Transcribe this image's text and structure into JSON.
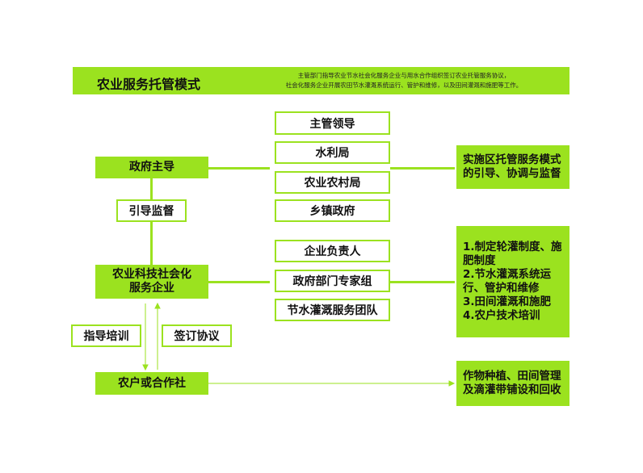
{
  "header": {
    "title": "农业服务托管模式",
    "desc_line1": "主管部门指导农业节水社会化服务企业与用水合作组织签订农业托管服务协议，",
    "desc_line2": "社会化服务企业开展农田节水灌溉系统运行、管护和维修，以及田间灌溉和施肥等工作。"
  },
  "left": {
    "gov": "政府主导",
    "guide": "引导监督",
    "enterprise_l1": "农业科技社会化",
    "enterprise_l2": "服务企业",
    "train": "指导培训",
    "agreement": "签订协议",
    "farmers": "农户或合作社"
  },
  "middle": [
    "主管领导",
    "水利局",
    "农业农村局",
    "乡镇政府",
    "企业负责人",
    "政府部门专家组",
    "节水灌溉服务团队"
  ],
  "right": {
    "r1": "实施区托管服务模式的引导、协调与监督",
    "r2": [
      "1.制定轮灌制度、施肥制度",
      "2.节水灌溉系统运行、管护和维修",
      "3.田间灌溉和施肥",
      "4.农户技术培训"
    ],
    "r3": "作物种植、田间管理及滴灌带铺设和回收"
  },
  "colors": {
    "accent": "#9be21f"
  }
}
